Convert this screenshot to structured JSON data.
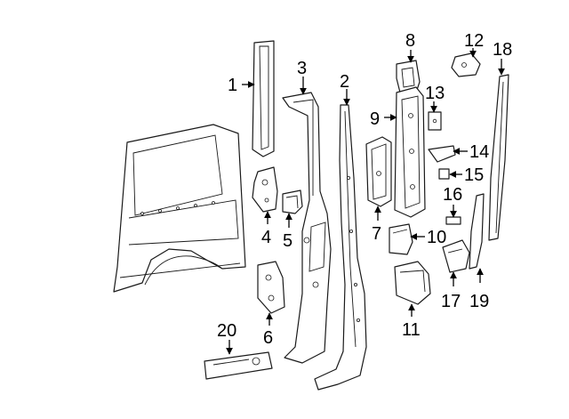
{
  "diagram": {
    "callouts": [
      "1",
      "2",
      "3",
      "4",
      "5",
      "6",
      "7",
      "8",
      "9",
      "10",
      "11",
      "12",
      "13",
      "14",
      "15",
      "16",
      "17",
      "18",
      "19",
      "20"
    ],
    "colors": {
      "line": "#1a1a1a",
      "background": "#ffffff"
    }
  }
}
